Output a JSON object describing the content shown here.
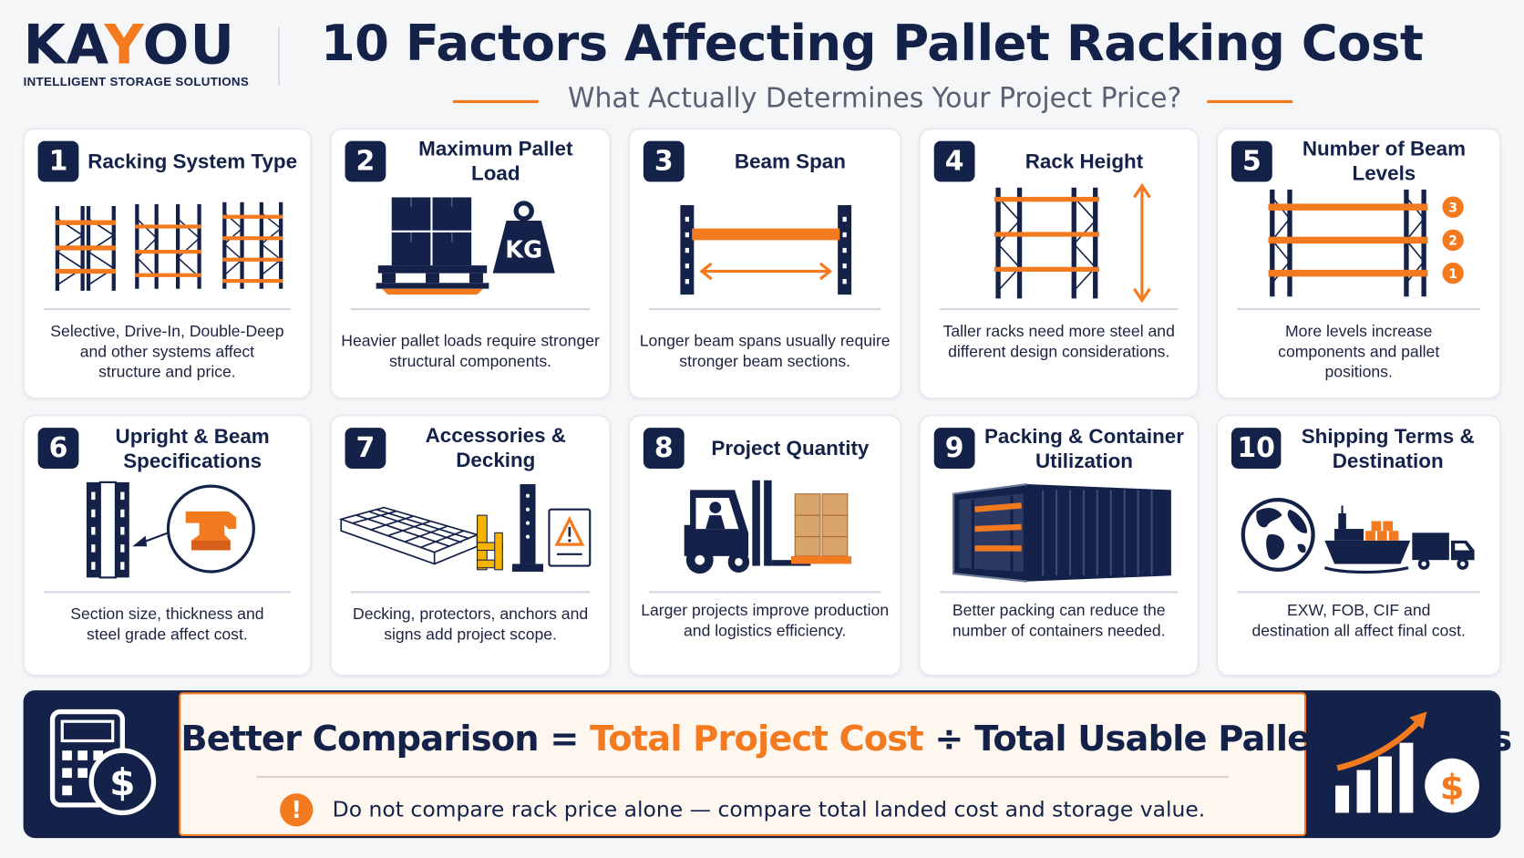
{
  "brand": {
    "logo_pre": "KA",
    "logo_y": "Y",
    "logo_post": "OU",
    "tagline": "INTELLIGENT STORAGE SOLUTIONS"
  },
  "header": {
    "title": "10 Factors Affecting Pallet Racking Cost",
    "subtitle": "What Actually Determines Your Project Price?"
  },
  "colors": {
    "navy": "#14224a",
    "orange": "#f47a20",
    "background": "#f5f6f8"
  },
  "factors": [
    {
      "number": "1",
      "title": "Racking System Type",
      "description": "Selective, Drive-In, Double-Deep and other systems affect structure and price.",
      "icon": "racking-systems-icon"
    },
    {
      "number": "2",
      "title": "Maximum Pallet Load",
      "description": "Heavier pallet loads require stronger structural components.",
      "icon": "pallet-weight-icon",
      "icon_text": "KG"
    },
    {
      "number": "3",
      "title": "Beam Span",
      "description": "Longer beam spans usually require stronger beam sections.",
      "icon": "beam-span-icon"
    },
    {
      "number": "4",
      "title": "Rack Height",
      "description": "Taller racks need more steel and different design considerations.",
      "icon": "rack-height-icon"
    },
    {
      "number": "5",
      "title": "Number of Beam Levels",
      "description": "More levels increase components and pallet positions.",
      "icon": "beam-levels-icon",
      "level_labels": [
        "3",
        "2",
        "1"
      ]
    },
    {
      "number": "6",
      "title": "Upright & Beam Specifications",
      "description": "Section size, thickness and steel grade affect cost.",
      "icon": "upright-section-icon"
    },
    {
      "number": "7",
      "title": "Accessories & Decking",
      "description": "Decking, protectors, anchors and signs add project scope.",
      "icon": "accessories-icon"
    },
    {
      "number": "8",
      "title": "Project Quantity",
      "description": "Larger projects improve production and logistics efficiency.",
      "icon": "forklift-icon"
    },
    {
      "number": "9",
      "title": "Packing & Container Utilization",
      "description": "Better packing can reduce the number of containers needed.",
      "icon": "container-icon"
    },
    {
      "number": "10",
      "title": "Shipping Terms & Destination",
      "description": "EXW, FOB, CIF and destination all affect final cost.",
      "icon": "shipping-icon"
    }
  ],
  "summary": {
    "formula_left": "Better Comparison =",
    "formula_highlight": "Total Project Cost",
    "formula_right": "÷ Total Usable Pallet Positions",
    "warning_mark": "!",
    "note": "Do not compare rack price alone — compare total landed cost and storage value.",
    "left_icon": "calculator-dollar-icon",
    "right_icon": "growth-chart-dollar-icon",
    "dollar_sign": "$"
  }
}
